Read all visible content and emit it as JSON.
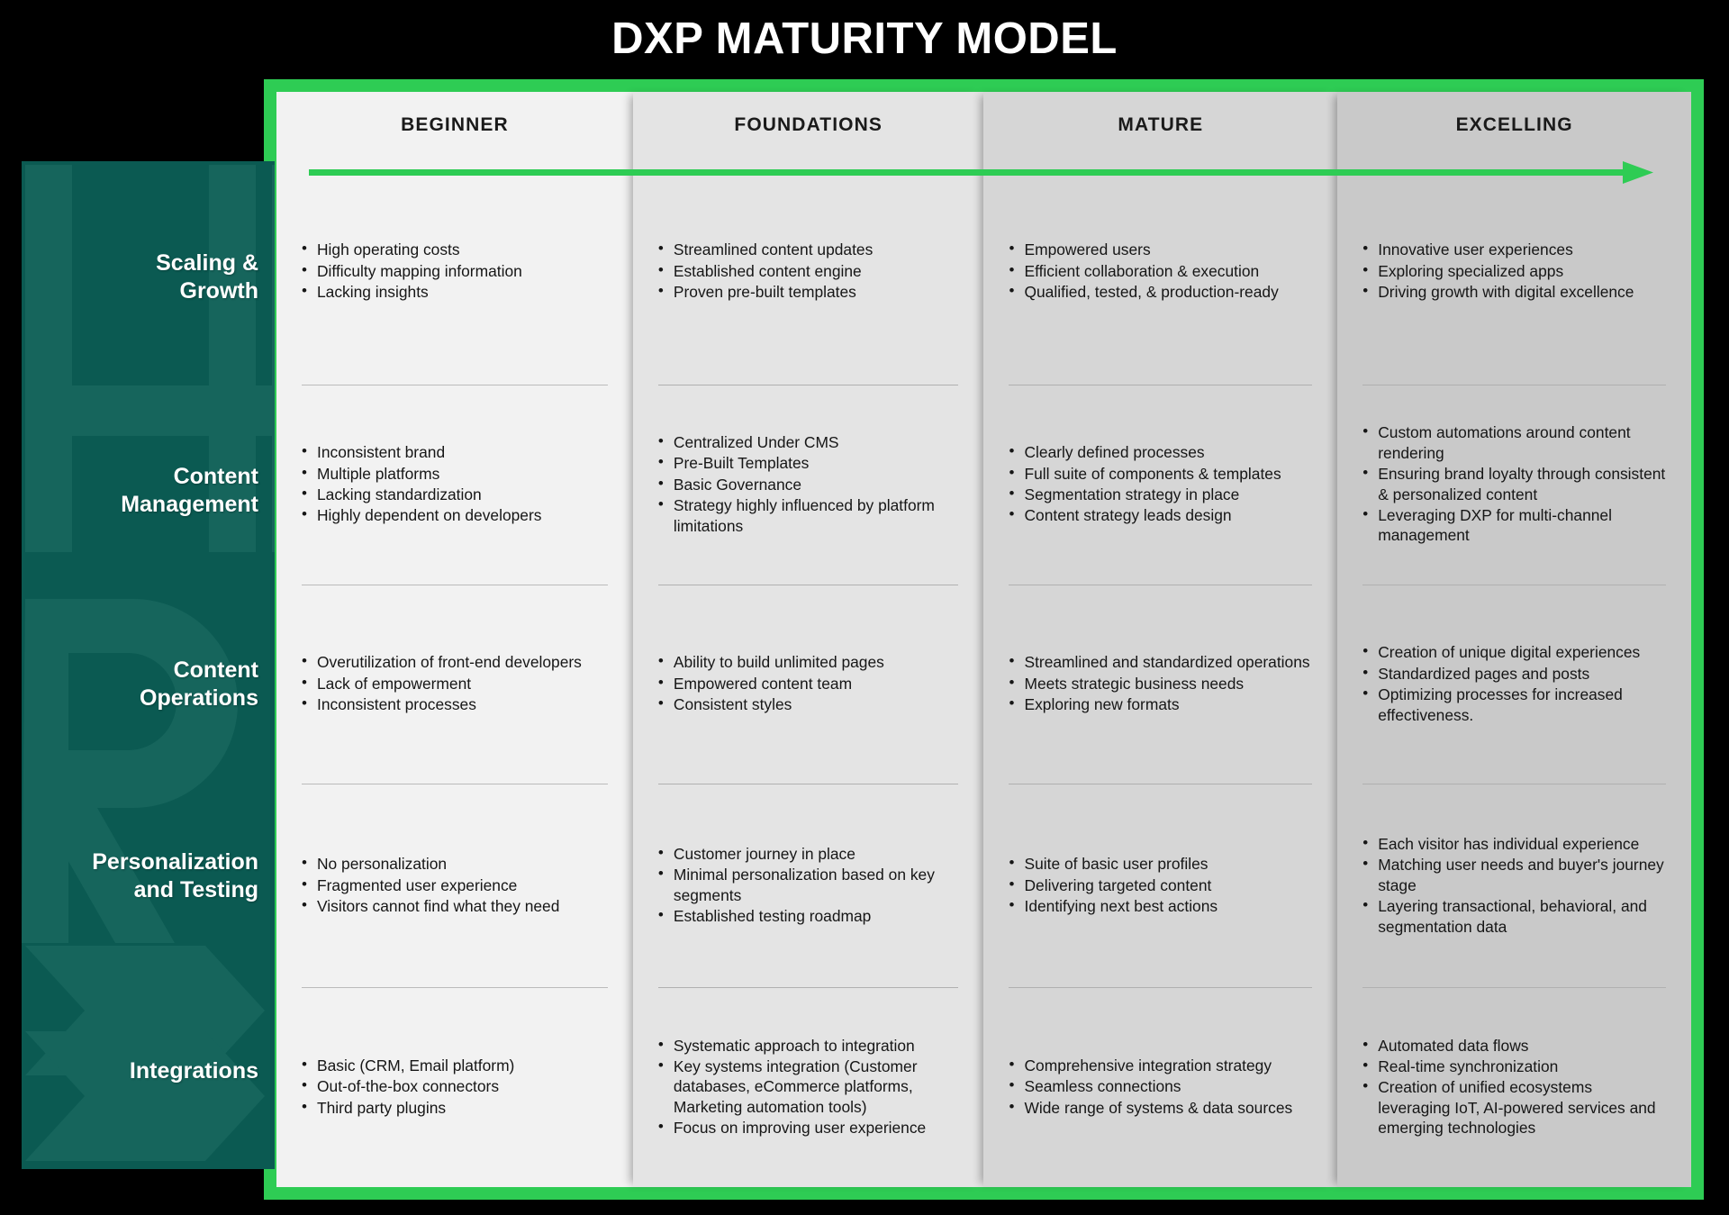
{
  "header": {
    "title": "DXP MATURITY MODEL"
  },
  "colors": {
    "background": "#000000",
    "accent_green": "#2ecc54",
    "sidebar_teal": "#0b5a52",
    "col1_bg": "#f2f2f2",
    "col2_bg": "#e4e4e4",
    "col3_bg": "#d6d6d6",
    "col4_bg": "#c9c9c9",
    "title_text": "#ffffff"
  },
  "progress_arrow": {
    "name": "maturity-progress-arrow",
    "direction": "left-to-right",
    "color": "#2ecc54"
  },
  "columns": [
    {
      "label": "BEGINNER"
    },
    {
      "label": "FOUNDATIONS"
    },
    {
      "label": "MATURE"
    },
    {
      "label": "EXCELLING"
    }
  ],
  "rows": [
    {
      "label_line1": "Scaling &",
      "label_line2": "Growth"
    },
    {
      "label_line1": "Content",
      "label_line2": "Management"
    },
    {
      "label_line1": "Content",
      "label_line2": "Operations"
    },
    {
      "label_line1": "Personalization",
      "label_line2": "and Testing"
    },
    {
      "label_line1": "Integrations",
      "label_line2": ""
    }
  ],
  "matrix": {
    "beginner": {
      "scaling_growth": [
        "High operating costs",
        "Difficulty mapping information",
        "Lacking insights"
      ],
      "content_management": [
        "Inconsistent brand",
        "Multiple platforms",
        "Lacking standardization",
        "Highly dependent on developers"
      ],
      "content_operations": [
        "Overutilization of front-end developers",
        "Lack of empowerment",
        "Inconsistent processes"
      ],
      "personalization_testing": [
        "No personalization",
        "Fragmented user experience",
        "Visitors cannot find what they need"
      ],
      "integrations": [
        "Basic (CRM, Email platform)",
        "Out-of-the-box connectors",
        "Third party plugins"
      ]
    },
    "foundations": {
      "scaling_growth": [
        "Streamlined content updates",
        "Established content engine",
        "Proven pre-built templates"
      ],
      "content_management": [
        "Centralized Under CMS",
        "Pre-Built Templates",
        "Basic Governance",
        "Strategy highly influenced by platform limitations"
      ],
      "content_operations": [
        "Ability to build unlimited pages",
        "Empowered content team",
        "Consistent styles"
      ],
      "personalization_testing": [
        "Customer journey in place",
        "Minimal personalization based on key segments",
        "Established testing roadmap"
      ],
      "integrations": [
        "Systematic approach to integration",
        "Key systems integration (Customer databases, eCommerce platforms, Marketing automation tools)",
        "Focus on improving user experience"
      ]
    },
    "mature": {
      "scaling_growth": [
        "Empowered users",
        "Efficient collaboration & execution",
        "Qualified, tested, & production-ready"
      ],
      "content_management": [
        "Clearly defined processes",
        "Full suite of components & templates",
        "Segmentation strategy in place",
        "Content strategy leads design"
      ],
      "content_operations": [
        "Streamlined and standardized operations",
        "Meets strategic business needs",
        "Exploring new formats"
      ],
      "personalization_testing": [
        "Suite of basic user profiles",
        "Delivering targeted content",
        "Identifying next best actions"
      ],
      "integrations": [
        "Comprehensive integration strategy",
        "Seamless connections",
        "Wide range of systems & data sources"
      ]
    },
    "excelling": {
      "scaling_growth": [
        "Innovative user experiences",
        "Exploring specialized apps",
        "Driving growth with digital excellence"
      ],
      "content_management": [
        "Custom automations around content rendering",
        "Ensuring brand loyalty through consistent & personalized content",
        "Leveraging DXP for multi-channel management"
      ],
      "content_operations": [
        "Creation of unique digital experiences",
        "Standardized pages and posts",
        "Optimizing processes for increased effectiveness."
      ],
      "personalization_testing": [
        "Each visitor has individual experience",
        "Matching user needs and buyer's journey stage",
        "Layering transactional, behavioral, and segmentation data"
      ],
      "integrations": [
        "Automated data flows",
        "Real-time synchronization",
        "Creation of unified ecosystems leveraging IoT, AI-powered services and emerging technologies"
      ]
    }
  }
}
